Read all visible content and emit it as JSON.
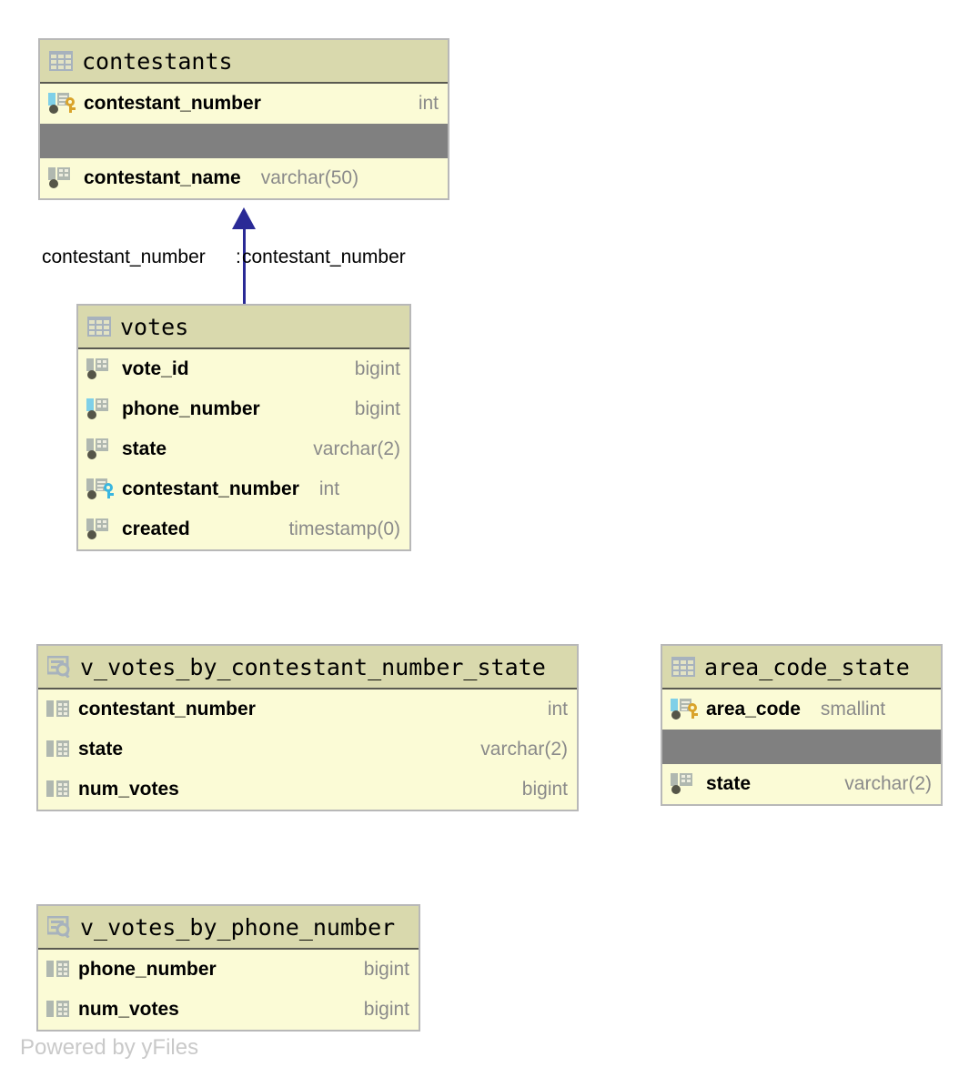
{
  "diagram": {
    "watermark": "Powered by yFiles",
    "accent_edge_color": "#2a2a96",
    "header_color": "#d9d9ad",
    "body_color": "#fbfbd6",
    "separator_color": "#808080",
    "border_color": "#b8b8b8"
  },
  "entities": [
    {
      "id": "contestants",
      "name": "contestants",
      "kind": "table",
      "icon": "table-grid-icon",
      "columns": [
        {
          "name": "contestant_number",
          "type": "int",
          "icon": "primary-key-column-icon"
        },
        {
          "name": "",
          "type": "",
          "icon": "separator",
          "separator": true
        },
        {
          "name": "contestant_name",
          "type": "varchar(50)",
          "icon": "column-icon"
        }
      ]
    },
    {
      "id": "votes",
      "name": "votes",
      "kind": "table",
      "icon": "table-grid-icon",
      "columns": [
        {
          "name": "vote_id",
          "type": "bigint",
          "icon": "column-icon"
        },
        {
          "name": "phone_number",
          "type": "bigint",
          "icon": "indexed-column-icon"
        },
        {
          "name": "state",
          "type": "varchar(2)",
          "icon": "column-icon"
        },
        {
          "name": "contestant_number",
          "type": "int",
          "icon": "foreign-key-column-icon"
        },
        {
          "name": "created",
          "type": "timestamp(0)",
          "icon": "column-icon"
        }
      ]
    },
    {
      "id": "v_votes_by_contestant_number_state",
      "name": "v_votes_by_contestant_number_state",
      "kind": "view",
      "icon": "view-search-icon",
      "columns": [
        {
          "name": "contestant_number",
          "type": "int",
          "icon": "view-column-icon"
        },
        {
          "name": "state",
          "type": "varchar(2)",
          "icon": "view-column-icon"
        },
        {
          "name": "num_votes",
          "type": "bigint",
          "icon": "view-column-icon"
        }
      ]
    },
    {
      "id": "area_code_state",
      "name": "area_code_state",
      "kind": "table",
      "icon": "table-grid-icon",
      "columns": [
        {
          "name": "area_code",
          "type": "smallint",
          "icon": "primary-key-column-icon"
        },
        {
          "name": "",
          "type": "",
          "icon": "separator",
          "separator": true
        },
        {
          "name": "state",
          "type": "varchar(2)",
          "icon": "column-icon"
        }
      ]
    },
    {
      "id": "v_votes_by_phone_number",
      "name": "v_votes_by_phone_number",
      "kind": "view",
      "icon": "view-search-icon",
      "columns": [
        {
          "name": "phone_number",
          "type": "bigint",
          "icon": "view-column-icon"
        },
        {
          "name": "num_votes",
          "type": "bigint",
          "icon": "view-column-icon"
        }
      ]
    }
  ],
  "relationships": [
    {
      "id": "votes-to-contestants",
      "from": "votes",
      "to": "contestants",
      "label_left": "contestant_number",
      "label_separator": ":",
      "label_right": "contestant_number"
    }
  ]
}
